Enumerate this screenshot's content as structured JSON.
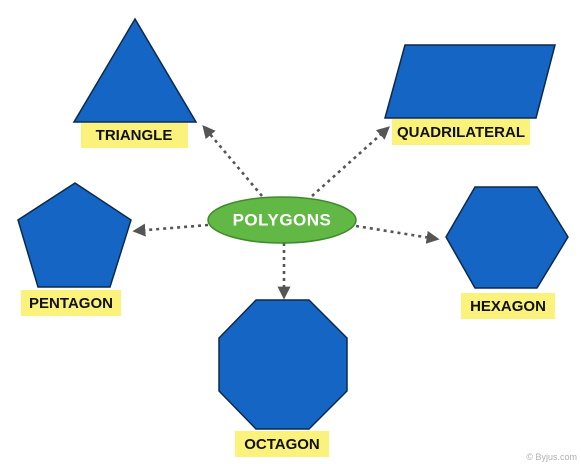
{
  "center": {
    "label": "POLYGONS",
    "fill_color": "#62b844"
  },
  "shapes": [
    {
      "id": "triangle",
      "label": "TRIANGLE"
    },
    {
      "id": "quadrilateral",
      "label": "QUADRILATERAL"
    },
    {
      "id": "pentagon",
      "label": "PENTAGON"
    },
    {
      "id": "hexagon",
      "label": "HEXAGON"
    },
    {
      "id": "octagon",
      "label": "OCTAGON"
    }
  ],
  "colors": {
    "shape_fill": "#1565c5",
    "label_highlight": "#fbf27c",
    "arrow": "#555555"
  },
  "watermark": "© Byjus.com"
}
